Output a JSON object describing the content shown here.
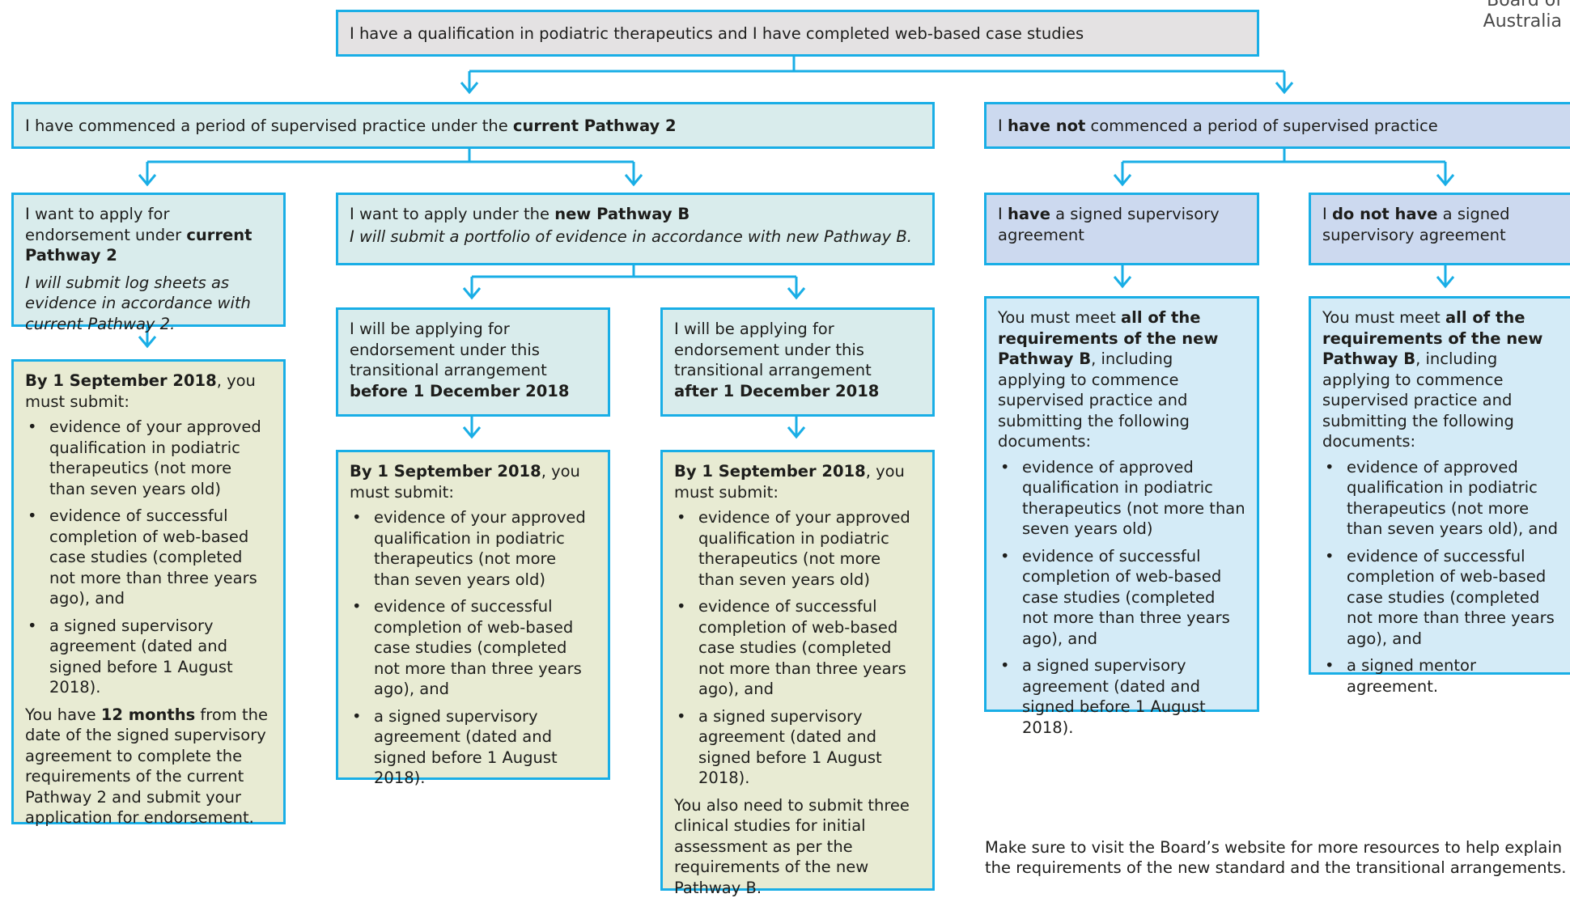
{
  "logo": {
    "line1": "Board of",
    "line2": "Australia"
  },
  "top": {
    "text": "I have a qualification in podiatric therapeutics and I have completed web-based case studies"
  },
  "left_header": {
    "pre": "I have commenced a period of supervised practice under the ",
    "bold": "current Pathway 2"
  },
  "right_header": {
    "pre": "I ",
    "bold": "have not",
    "post": " commenced a period of supervised practice"
  },
  "pathway2_box": {
    "pre": "I want to apply for endorsement under ",
    "bold": "current Pathway 2",
    "italic": "I will submit log sheets as evidence in accordance with current Pathway 2."
  },
  "pathwayB_box": {
    "pre": "I want to apply under the ",
    "bold": "new Pathway B",
    "italic": "I will submit a portfolio of evidence in accordance with new Pathway B."
  },
  "before_box": {
    "pre": "I will be applying for endorsement under this transitional arrangement",
    "bold": "before 1 December 2018"
  },
  "after_box": {
    "pre": "I will be applying for endorsement under this transitional arrangement",
    "bold": "after 1 December 2018"
  },
  "have_box": {
    "pre": "I ",
    "bold": "have",
    "post": " a signed supervisory agreement"
  },
  "donothave_box": {
    "pre": "I ",
    "bold": "do not have",
    "post": " a signed supervisory agreement"
  },
  "req_p2": {
    "lead_bold": "By 1 September 2018",
    "lead_rest": ", you must submit:",
    "items": [
      "evidence of your approved qualification in podiatric therapeutics (not more than seven years old)",
      "evidence of successful completion of web-based case studies (completed not more than three years ago), and",
      "a signed supervisory agreement (dated and signed before 1 August 2018)."
    ],
    "after_pre": "You have ",
    "after_bold": "12 months",
    "after_post": " from the date of the signed supervisory agreement  to complete the requirements of the current Pathway 2 and submit your application for endorsement."
  },
  "req_before": {
    "lead_bold": "By 1 September 2018",
    "lead_rest": ", you must submit:",
    "items": [
      "evidence of your approved qualification in podiatric therapeutics (not more than seven years old)",
      "evidence of successful completion of web-based case studies (completed not more than three years ago), and",
      "a signed supervisory agreement (dated and signed before 1 August 2018)."
    ]
  },
  "req_after": {
    "lead_bold": "By 1 September 2018",
    "lead_rest": ", you must submit:",
    "items": [
      "evidence of your approved qualification in podiatric therapeutics (not more than seven years old)",
      "evidence of successful completion of web-based case studies (completed not more than three years ago), and",
      "a signed supervisory agreement (dated and signed before 1 August 2018)."
    ],
    "after_text": "You also need to submit three clinical studies for initial assessment as per the requirements of the new Pathway B."
  },
  "req_have": {
    "pre": "You must meet ",
    "bold1": "all of the requirements of the new Pathway B",
    "rest": ", including applying to commence supervised practice and submitting the following documents:",
    "items": [
      "evidence of approved qualification in podiatric therapeutics (not more than seven years old)",
      "evidence of successful completion of web-based case studies (completed not more than three years ago), and",
      "a signed supervisory agreement (dated and signed before 1 August 2018)."
    ]
  },
  "req_donothave": {
    "pre": "You must meet ",
    "bold1": "all of the requirements of the new Pathway B",
    "rest": ", including applying to commence supervised practice and submitting the following documents:",
    "items": [
      "evidence of approved qualification in podiatric therapeutics (not more than seven years old), and",
      "evidence of successful completion of web-based case studies (completed not more than three years ago), and",
      "a signed mentor agreement."
    ]
  },
  "footer": {
    "text": "Make sure to visit the Board’s website for more resources to help explain the requirements of the new standard and the transitional arrangements."
  }
}
